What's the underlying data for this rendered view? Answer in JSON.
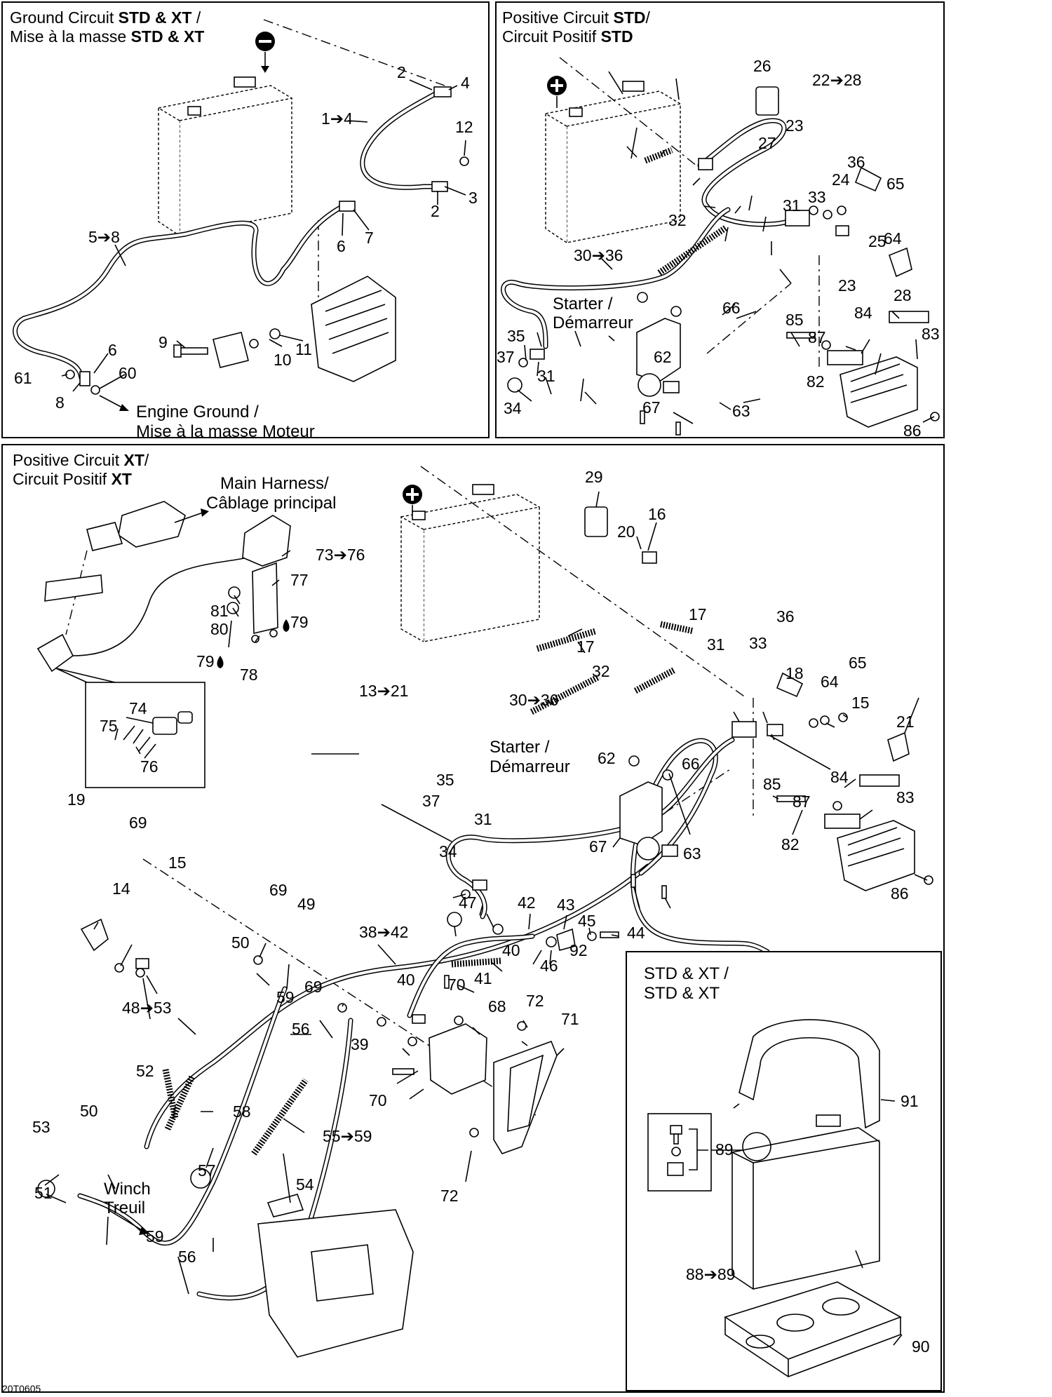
{
  "panels": {
    "ground": {
      "title_a": "Ground Circuit ",
      "title_a_bold": "STD & XT",
      "title_a_end": " /",
      "title_b": "Mise à la masse ",
      "title_b_bold": "STD & XT",
      "engine_ground_1": "Engine Ground /",
      "engine_ground_2": "Mise à la masse Moteur"
    },
    "pos_std": {
      "title_a": "Positive Circuit ",
      "title_a_bold": "STD",
      "title_a_end": "/",
      "title_b": "Circuit Positif ",
      "title_b_bold": "STD",
      "starter_1": "Starter /",
      "starter_2": "Démarreur"
    },
    "pos_xt": {
      "title_a": "Positive Circuit ",
      "title_a_bold": "XT",
      "title_a_end": "/",
      "title_b": "Circuit Positif ",
      "title_b_bold": "XT",
      "harness_1": "Main Harness/",
      "harness_2": "Câblage principal",
      "starter_1": "Starter /",
      "starter_2": "Démarreur",
      "winch_1": "Winch",
      "winch_2": "Treuil"
    },
    "battery": {
      "title_1": "STD & XT /",
      "title_2": "STD & XT"
    }
  },
  "labels": {
    "ground": [
      "2",
      "4",
      "1➔4",
      "12",
      "3",
      "2",
      "7",
      "6",
      "5➔8",
      "9",
      "10",
      "11",
      "6",
      "60",
      "61",
      "8"
    ],
    "pos_std": [
      "26",
      "22➔28",
      "23",
      "27",
      "24",
      "36",
      "65",
      "31",
      "33",
      "64",
      "25",
      "32",
      "30➔36",
      "23",
      "28",
      "66",
      "85",
      "84",
      "83",
      "87",
      "62",
      "82",
      "35",
      "37",
      "31",
      "34",
      "67",
      "63",
      "86"
    ],
    "pos_xt": [
      "29",
      "16",
      "20",
      "73➔76",
      "77",
      "81",
      "79",
      "80",
      "79",
      "78",
      "17",
      "17",
      "36",
      "31",
      "33",
      "65",
      "64",
      "18",
      "15",
      "21",
      "13➔21",
      "32",
      "30➔36",
      "74",
      "75",
      "76",
      "62",
      "66",
      "35",
      "37",
      "31",
      "34",
      "85",
      "84",
      "83",
      "87",
      "82",
      "67",
      "63",
      "86",
      "19",
      "69",
      "15",
      "14",
      "69",
      "49",
      "47",
      "42",
      "43",
      "45",
      "44",
      "38➔42",
      "50",
      "40",
      "92",
      "46",
      "41",
      "48➔53",
      "69",
      "59",
      "40",
      "70",
      "72",
      "68",
      "71",
      "39",
      "56",
      "52",
      "70",
      "58",
      "55➔59",
      "50",
      "53",
      "51",
      "57",
      "54",
      "72",
      "59",
      "56"
    ],
    "battery": [
      "91",
      "89",
      "88➔89",
      "90"
    ]
  },
  "symbols": {
    "minus": "−",
    "plus": "+"
  },
  "doc_ref": "20T0605"
}
